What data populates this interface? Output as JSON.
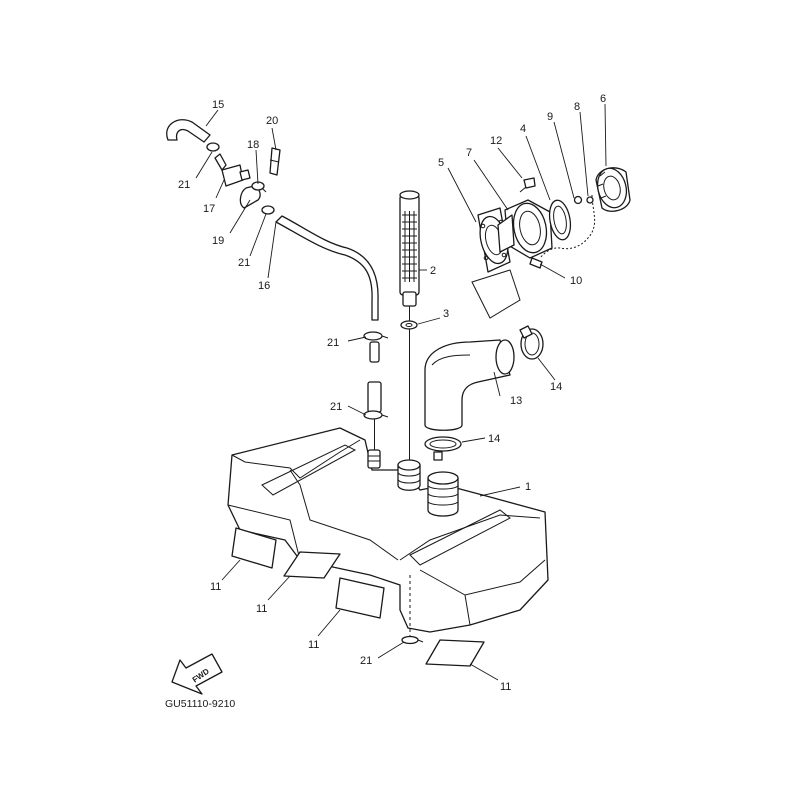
{
  "diagram": {
    "figure_code": "GU51110-9210",
    "direction_label": "FWD",
    "callouts": {
      "c1": "1",
      "c2": "2",
      "c3": "3",
      "c4": "4",
      "c5": "5",
      "c6": "6",
      "c7": "7",
      "c8": "8",
      "c9": "9",
      "c10": "10",
      "c11a": "11",
      "c11b": "11",
      "c11c": "11",
      "c11d": "11",
      "c12": "12",
      "c13": "13",
      "c14a": "14",
      "c14b": "14",
      "c15": "15",
      "c16": "16",
      "c17": "17",
      "c18": "18",
      "c19": "19",
      "c20": "20",
      "c21a": "21",
      "c21b": "21",
      "c21c": "21",
      "c21d": "21",
      "c21e": "21"
    }
  }
}
